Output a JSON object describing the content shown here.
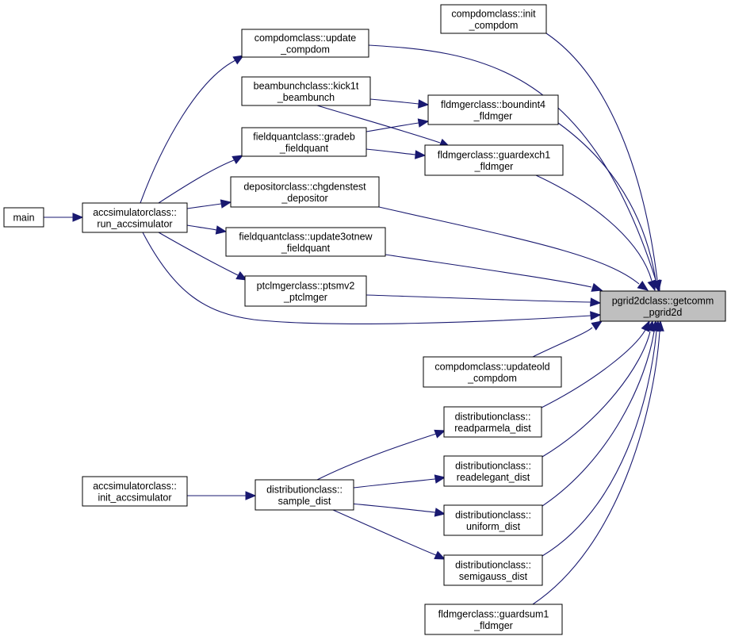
{
  "graph": {
    "colors": {
      "edge": "#191970",
      "node_border": "#000000",
      "node_fill": "#ffffff",
      "target_fill": "#bfbfbf"
    },
    "nodes": {
      "main": {
        "lines": [
          "main"
        ]
      },
      "run_acc": {
        "lines": [
          "accsimulatorclass::",
          "run_accsimulator"
        ]
      },
      "init_acc": {
        "lines": [
          "accsimulatorclass::",
          "init_accsimulator"
        ]
      },
      "update_compdom": {
        "lines": [
          "compdomclass::update",
          "_compdom"
        ]
      },
      "init_compdom": {
        "lines": [
          "compdomclass::init",
          "_compdom"
        ]
      },
      "kick1t": {
        "lines": [
          "beambunchclass::kick1t",
          "_beambunch"
        ]
      },
      "gradeb": {
        "lines": [
          "fieldquantclass::gradeb",
          "_fieldquant"
        ]
      },
      "boundint4": {
        "lines": [
          "fldmgerclass::boundint4",
          "_fldmger"
        ]
      },
      "guardexch1": {
        "lines": [
          "fldmgerclass::guardexch1",
          "_fldmger"
        ]
      },
      "chgdens": {
        "lines": [
          "depositorclass::chgdenstest",
          "_depositor"
        ]
      },
      "update3ot": {
        "lines": [
          "fieldquantclass::update3otnew",
          "_fieldquant"
        ]
      },
      "ptsmv2": {
        "lines": [
          "ptclmgerclass::ptsmv2",
          "_ptclmger"
        ]
      },
      "getcomm": {
        "lines": [
          "pgrid2dclass::getcomm",
          "_pgrid2d"
        ]
      },
      "updateold": {
        "lines": [
          "compdomclass::updateold",
          "_compdom"
        ]
      },
      "readparmela": {
        "lines": [
          "distributionclass::",
          "readparmela_dist"
        ]
      },
      "readelegant": {
        "lines": [
          "distributionclass::",
          "readelegant_dist"
        ]
      },
      "sample": {
        "lines": [
          "distributionclass::",
          "sample_dist"
        ]
      },
      "uniform": {
        "lines": [
          "distributionclass::",
          "uniform_dist"
        ]
      },
      "semigauss": {
        "lines": [
          "distributionclass::",
          "semigauss_dist"
        ]
      },
      "guardsum1": {
        "lines": [
          "fldmgerclass::guardsum1",
          "_fldmger"
        ]
      }
    },
    "edges": [
      {
        "from": "main",
        "to": "run_acc"
      },
      {
        "from": "run_acc",
        "to": "update_compdom"
      },
      {
        "from": "run_acc",
        "to": "gradeb"
      },
      {
        "from": "run_acc",
        "to": "chgdens"
      },
      {
        "from": "run_acc",
        "to": "update3ot"
      },
      {
        "from": "run_acc",
        "to": "ptsmv2"
      },
      {
        "from": "run_acc",
        "to": "getcomm"
      },
      {
        "from": "kick1t",
        "to": "boundint4"
      },
      {
        "from": "kick1t",
        "to": "guardexch1"
      },
      {
        "from": "gradeb",
        "to": "boundint4"
      },
      {
        "from": "gradeb",
        "to": "guardexch1"
      },
      {
        "from": "update_compdom",
        "to": "getcomm"
      },
      {
        "from": "init_compdom",
        "to": "getcomm"
      },
      {
        "from": "boundint4",
        "to": "getcomm"
      },
      {
        "from": "guardexch1",
        "to": "getcomm"
      },
      {
        "from": "chgdens",
        "to": "getcomm"
      },
      {
        "from": "update3ot",
        "to": "getcomm"
      },
      {
        "from": "ptsmv2",
        "to": "getcomm"
      },
      {
        "from": "updateold",
        "to": "getcomm"
      },
      {
        "from": "readparmela",
        "to": "getcomm"
      },
      {
        "from": "readelegant",
        "to": "getcomm"
      },
      {
        "from": "uniform",
        "to": "getcomm"
      },
      {
        "from": "semigauss",
        "to": "getcomm"
      },
      {
        "from": "guardsum1",
        "to": "getcomm"
      },
      {
        "from": "init_acc",
        "to": "sample"
      },
      {
        "from": "sample",
        "to": "readparmela"
      },
      {
        "from": "sample",
        "to": "readelegant"
      },
      {
        "from": "sample",
        "to": "uniform"
      },
      {
        "from": "sample",
        "to": "semigauss"
      }
    ]
  }
}
